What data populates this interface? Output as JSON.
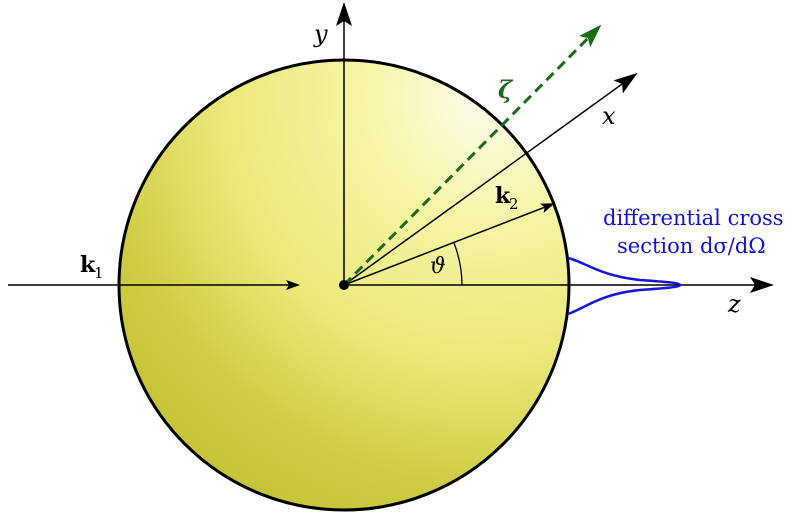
{
  "labels": {
    "y_axis": "y",
    "x_axis": "x",
    "z_axis": "z",
    "zeta": "ζ",
    "theta": "ϑ",
    "k1_main": "k",
    "k1_sub": "1",
    "k2_main": "k",
    "k2_sub": "2",
    "cross_section_line1": "differential cross",
    "cross_section_line2": "section dσ/dΩ"
  },
  "colors": {
    "sphere_light": "#fbfbe0",
    "sphere_mid": "#f2f083",
    "sphere_dark": "#c4c234",
    "zeta_arrow": "#1a6b1a",
    "cross_section": "#1515e0",
    "axes": "#000000"
  }
}
